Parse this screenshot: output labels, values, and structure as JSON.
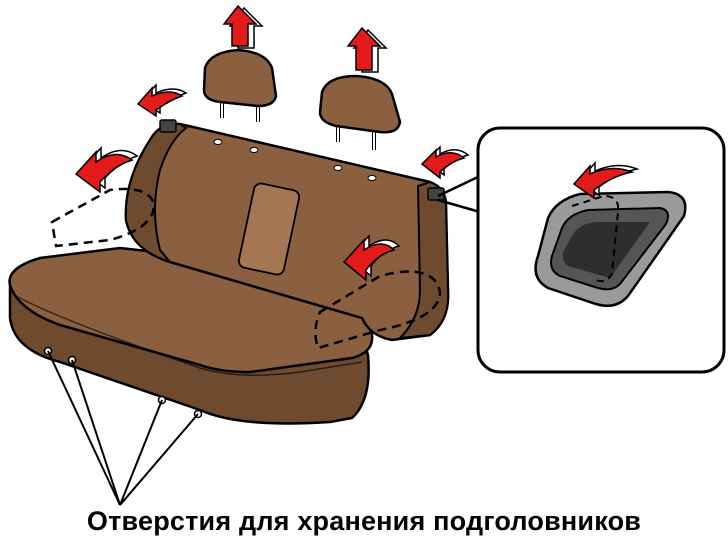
{
  "caption": "Отверстия для хранения подголовников",
  "colors": {
    "seat": "#8a6040",
    "seat_light": "#a47652",
    "seat_dark": "#6e4a2f",
    "arrow": "#e31b1b",
    "outline": "#000000",
    "bracket_metal": "#9a9a9a",
    "bracket_dark": "#3a3a3a",
    "background": "#ffffff"
  },
  "parts": {
    "headrests": 2,
    "storage_holes": 4,
    "detail_callout": true
  }
}
